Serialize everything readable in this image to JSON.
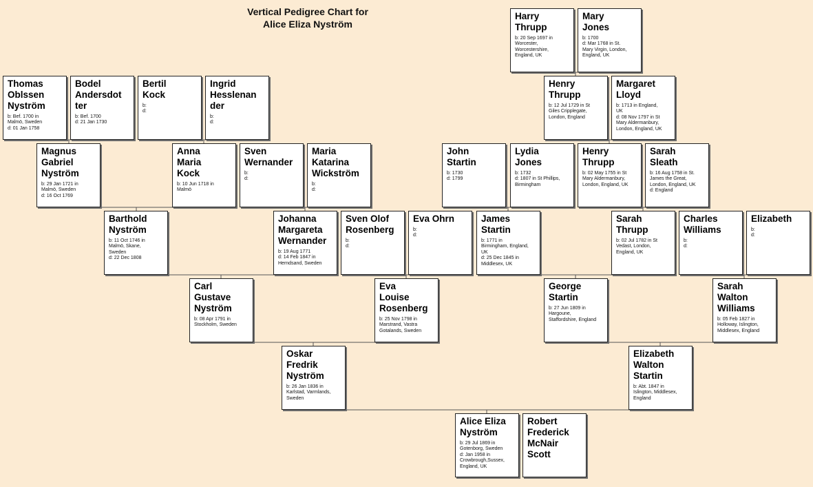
{
  "title": {
    "line1": "Vertical Pedigree Chart for",
    "line2": "Alice Eliza Nyström"
  },
  "people": [
    {
      "id": "harry",
      "name": "Harry\nThrupp",
      "info": "b: 20 Sep 1697 in\nWorcester,\nWorcestershire,\nEngland, UK"
    },
    {
      "id": "mary",
      "name": "Mary\nJones",
      "info": "b: 1700\nd: Mar 1768 in St.\nMary Virgin, London,\nEngland, UK"
    },
    {
      "id": "thomas",
      "name": "Thomas\nOblssen\nNyström",
      "info": "b: Bef. 1700 in\nMalmö, Sweden\nd: 01 Jan 1758"
    },
    {
      "id": "bodel",
      "name": "Bodel\nAndersdot\nter",
      "info": "b: Bef. 1700\nd: 21 Jan 1730"
    },
    {
      "id": "bertil",
      "name": "Bertil\nKock",
      "info": "b:\nd:"
    },
    {
      "id": "ingrid",
      "name": "Ingrid\nHesslenan\nder",
      "info": "b:\nd:"
    },
    {
      "id": "henry1",
      "name": "Henry\nThrupp",
      "info": "b: 12 Jul 1729 in St\nGiles Cripplegate,\nLondon, England"
    },
    {
      "id": "margaret",
      "name": "Margaret\nLloyd",
      "info": "b: 1713 in England,\nUK\nd: 08 Nov 1797 in St\nMary Aldermanbury,\nLondon, England, UK"
    },
    {
      "id": "magnus",
      "name": "Magnus\nGabriel\nNyström",
      "info": "b: 29 Jan 1721 in\nMalmö, Sweden\nd: 16 Oct 1769"
    },
    {
      "id": "anna",
      "name": "Anna\nMaria\nKock",
      "info": "b: 10 Jun 1718 in\nMalmö"
    },
    {
      "id": "sven",
      "name": "Sven\nWernander",
      "info": "b:\nd:"
    },
    {
      "id": "maria",
      "name": "Maria\nKatarina\nWickström",
      "info": "b:\nd:"
    },
    {
      "id": "john",
      "name": "John\nStartin",
      "info": "b: 1730\nd: 1799"
    },
    {
      "id": "lydia",
      "name": "Lydia\nJones",
      "info": "b: 1732\nd: 1807 in St Phillips,\nBirmingham"
    },
    {
      "id": "henry2",
      "name": "Henry\nThrupp",
      "info": "b: 02 May 1755 in St\nMary Aldermanbury,\nLondon, England, UK"
    },
    {
      "id": "sarahs",
      "name": "Sarah\nSleath",
      "info": "b: 16 Aug 1758 in St.\nJames the Great,\nLondon, England, UK\nd: England"
    },
    {
      "id": "barthold",
      "name": "Barthold\nNyström",
      "info": "b: 11 Oct 1746 in\nMalmö, Skane,\nSweden\nd: 22 Dec 1808"
    },
    {
      "id": "johanna",
      "name": "Johanna\nMargareta\nWernander",
      "info": "b: 19 Aug 1771\nd: 14 Feb 1847 in\nHerndsand, Sweden"
    },
    {
      "id": "svenolof",
      "name": "Sven Olof\nRosenberg",
      "info": "b:\nd:"
    },
    {
      "id": "eva",
      "name": "Eva Ohrn",
      "info": "b:\nd:"
    },
    {
      "id": "james",
      "name": "James\nStartin",
      "info": "b: 1771 in\nBirmingham, England,\nUK\nd: 25 Dec 1845 in\nMiddlesex, UK"
    },
    {
      "id": "saraht",
      "name": "Sarah\nThrupp",
      "info": "b: 02 Jul 1782 in St\nVedast, London,\nEngland, UK"
    },
    {
      "id": "charles",
      "name": "Charles\nWilliams",
      "info": "b:\nd:"
    },
    {
      "id": "elizabeth",
      "name": "Elizabeth",
      "info": "b:\nd:"
    },
    {
      "id": "carl",
      "name": "Carl\nGustave\nNyström",
      "info": "b: 08 Apr 1791 in\nStockholm, Sweden"
    },
    {
      "id": "evalouise",
      "name": "Eva\nLouise\nRosenberg",
      "info": "b: 25 Nov 1798 in\nMarstrand, Vastra\nGotalands, Sweden"
    },
    {
      "id": "george",
      "name": "George\nStartin",
      "info": "b: 27 Jun 1809 in\nHargoune,\nStaffordshire, England"
    },
    {
      "id": "sarahw",
      "name": "Sarah\nWalton\nWilliams",
      "info": "b: 05 Feb 1827 in\nHolloway, Islington,\nMiddlesex, England"
    },
    {
      "id": "oskar",
      "name": "Oskar\nFredrik\nNyström",
      "info": "b: 26 Jan 1836 in\nKarlstad, Varmlands,\nSweden"
    },
    {
      "id": "elizabethw",
      "name": "Elizabeth\nWalton\nStartin",
      "info": "b: Abt. 1847 in\nIslington, Middlesex,\nEngland"
    },
    {
      "id": "alice",
      "name": "Alice Eliza\nNyström",
      "info": "b: 29 Jul 1869 in\nGotenborg, Sweden\nd: Jan 1958 in\nCrowbrough,Sussex,\nEngland, UK"
    },
    {
      "id": "robert",
      "name": "Robert\nFrederick\nMcNair\nScott",
      "info": ""
    }
  ]
}
